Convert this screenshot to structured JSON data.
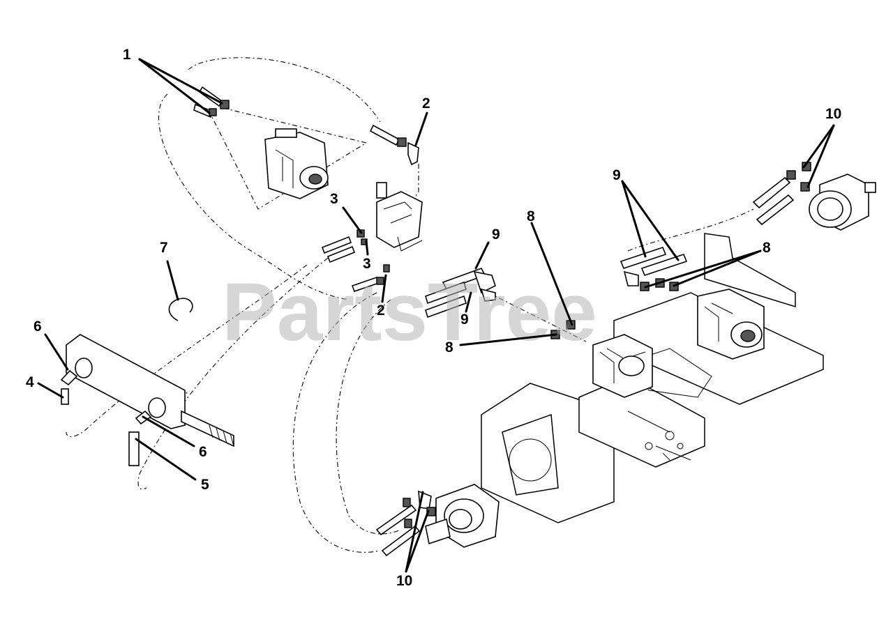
{
  "watermark": "PartsTree",
  "callouts": [
    {
      "id": "c1",
      "label": "1"
    },
    {
      "id": "c2a",
      "label": "2"
    },
    {
      "id": "c2b",
      "label": "2"
    },
    {
      "id": "c3a",
      "label": "3"
    },
    {
      "id": "c3b",
      "label": "3"
    },
    {
      "id": "c4",
      "label": "4"
    },
    {
      "id": "c5",
      "label": "5"
    },
    {
      "id": "c6a",
      "label": "6"
    },
    {
      "id": "c6b",
      "label": "6"
    },
    {
      "id": "c7",
      "label": "7"
    },
    {
      "id": "c8a",
      "label": "8"
    },
    {
      "id": "c8b",
      "label": "8"
    },
    {
      "id": "c8c",
      "label": "8"
    },
    {
      "id": "c9a",
      "label": "9"
    },
    {
      "id": "c9b",
      "label": "9"
    },
    {
      "id": "c9c",
      "label": "9"
    },
    {
      "id": "c10a",
      "label": "10"
    },
    {
      "id": "c10b",
      "label": "10"
    }
  ],
  "colors": {
    "line": "#000000",
    "watermark": "#b5b5b5",
    "background": "#ffffff"
  }
}
